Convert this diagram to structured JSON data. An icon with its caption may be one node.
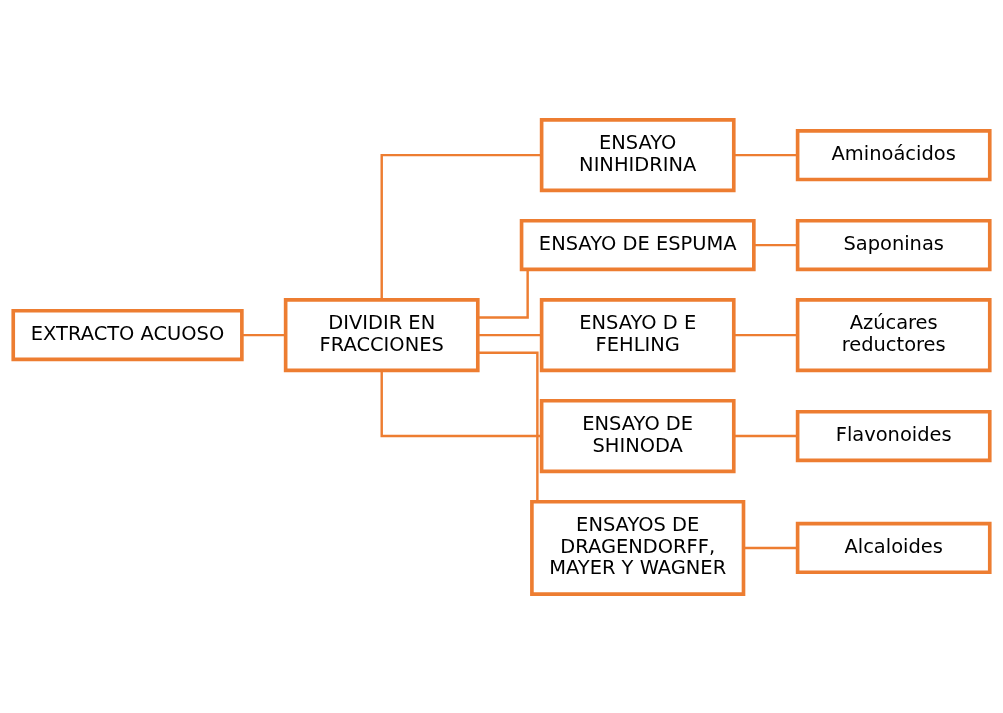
{
  "diagram": {
    "nodes": [
      {
        "text": [
          "EXTRACTO ACUOSO"
        ]
      },
      {
        "text": [
          "DIVIDIR EN FRACCIONES"
        ]
      },
      {
        "text": [
          "ENSAYO NINHIDRINA"
        ]
      },
      {
        "text": [
          "Aminoácidos"
        ]
      },
      {
        "text": [
          "ENSAYO DE ESPUMA"
        ]
      },
      {
        "text": [
          "Saponinas"
        ]
      },
      {
        "text": [
          "ENSAYO D E FEHLING"
        ]
      },
      {
        "text": [
          "Azúcares reductores"
        ]
      },
      {
        "text": [
          "ENSAYO DE SHINODA"
        ]
      },
      {
        "text": [
          "Flavonoides"
        ]
      },
      {
        "text": [
          "ENSAYOS DE DRAGENDORFF, MAYER Y WAGNER"
        ]
      },
      {
        "text": [
          "Alcaloides"
        ]
      }
    ],
    "edges": [
      {
        "from": 0,
        "to": 1,
        "arrow": "none"
      },
      {
        "from": 1,
        "to": 2,
        "arrow": "none"
      },
      {
        "from": 1,
        "to": 4,
        "arrow": "none"
      },
      {
        "from": 1,
        "to": 6,
        "arrow": "none"
      },
      {
        "from": 1,
        "to": 8,
        "arrow": "none"
      },
      {
        "from": 1,
        "to": 10,
        "arrow": "none"
      },
      {
        "from": 2,
        "to": 3,
        "arrow": "none"
      },
      {
        "from": 4,
        "to": 5,
        "arrow": "none"
      },
      {
        "from": 6,
        "to": 7,
        "arrow": "none"
      },
      {
        "from": 8,
        "to": 9,
        "arrow": "none"
      },
      {
        "from": 10,
        "to": 11,
        "arrow": "none"
      }
    ]
  }
}
